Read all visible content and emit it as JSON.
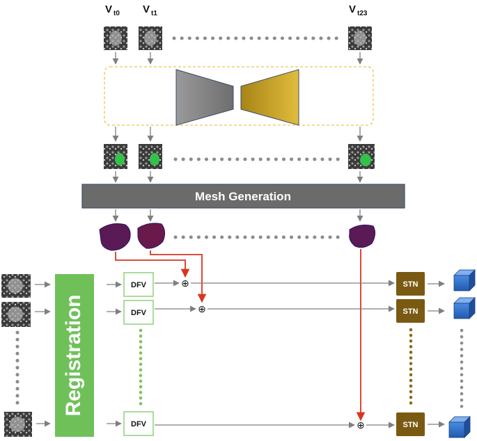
{
  "frames": [
    {
      "base": "V",
      "sub": "t0"
    },
    {
      "base": "V",
      "sub": "t1"
    },
    {
      "base": "V",
      "sub": "t23"
    }
  ],
  "blocks": {
    "mesh_generation": "Mesh Generation",
    "registration": "Registration",
    "dfv": "DFV",
    "stn": "STN",
    "plus": "⊕"
  },
  "colors": {
    "gray_arrow": "#7f7f7f",
    "red_arrow": "#d9361c",
    "dotted_gray": "#8c8c8c",
    "green_dots": "#7cc35a",
    "stn_dots": "#8a6a1a",
    "encoder_fill": "#8a8a8a",
    "decoder_fill": "#c9a227",
    "mesh_bar": "#6b6b6b",
    "registration_fill": "#70c05a",
    "dfv_border": "#8fd07a",
    "stn_fill": "#7a5a12",
    "cube_fill": "#2e6fc7",
    "dashed_box": "#f2c14e",
    "mesh_shape": "#5a1a55"
  },
  "icons": [
    "mri-slice-icon",
    "segmented-slice-icon",
    "heart-mesh-icon",
    "cube-icon"
  ]
}
